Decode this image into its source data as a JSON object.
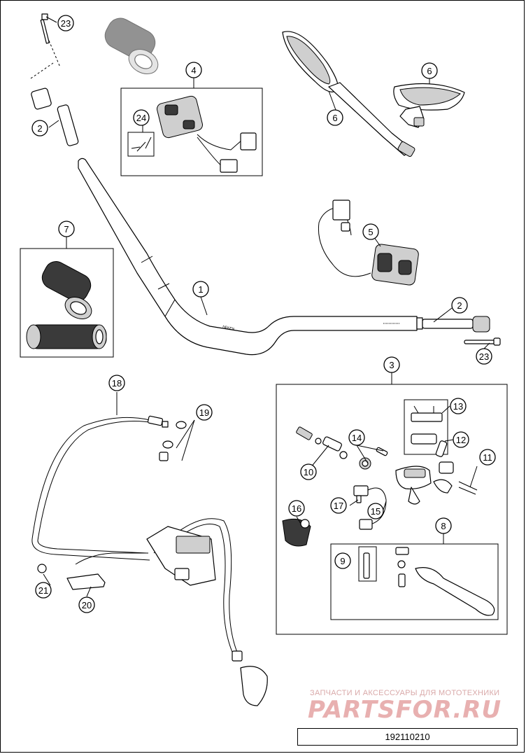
{
  "callouts": [
    "1",
    "2",
    "2",
    "3",
    "4",
    "5",
    "6",
    "6",
    "7",
    "8",
    "9",
    "10",
    "11",
    "12",
    "13",
    "14",
    "15",
    "16",
    "17",
    "18",
    "19",
    "20",
    "21",
    "23",
    "23",
    "24"
  ],
  "watermark": {
    "tagline": "ЗАПЧАСТИ И АКСЕССУАРЫ ДЛЯ МОТОТЕХНИКИ",
    "logo": "PARTSFOR.RU"
  },
  "drawing_number": "192110210"
}
